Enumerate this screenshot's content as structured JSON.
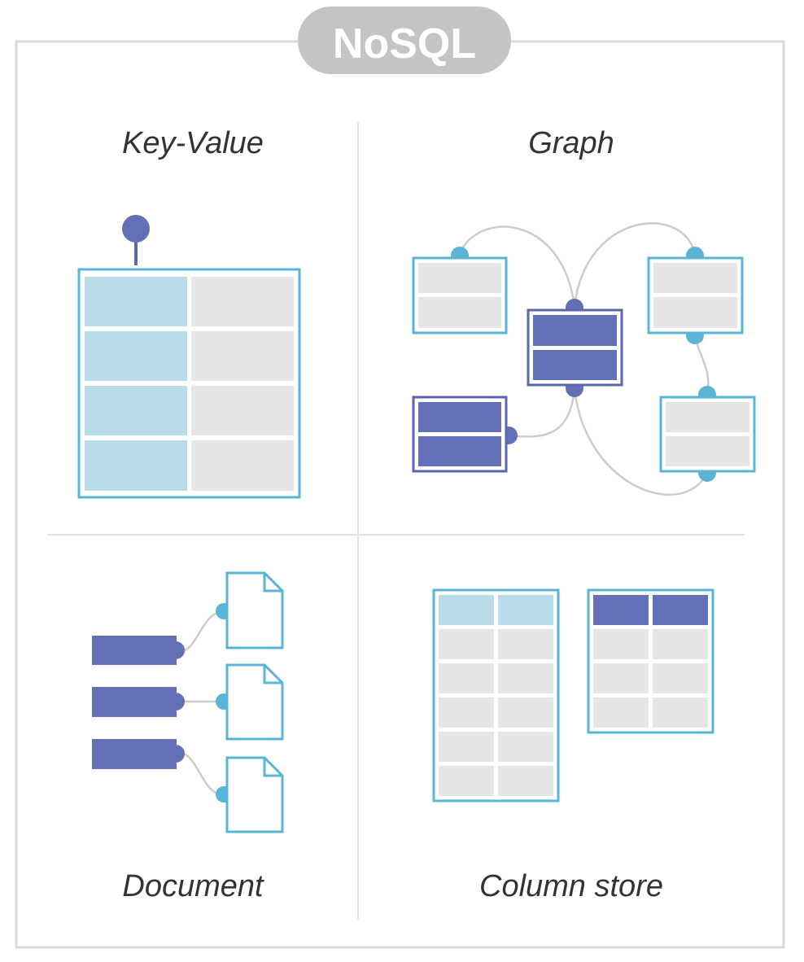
{
  "title": "NoSQL",
  "quadrants": {
    "key_value": {
      "label": "Key-Value"
    },
    "graph": {
      "label": "Graph"
    },
    "document": {
      "label": "Document"
    },
    "column_store": {
      "label": "Column store"
    }
  },
  "colors": {
    "frame": "#d9d9d9",
    "pill": "#c4c4c4",
    "pill_text": "#ffffff",
    "label_text": "#333333",
    "light_blue": "#b8dde9",
    "blue_outline": "#5ab4d6",
    "purple": "#6470b6",
    "purple_outline": "#5a66ad",
    "grey_cell": "#e6e6e6",
    "connector": "#cccccc"
  }
}
